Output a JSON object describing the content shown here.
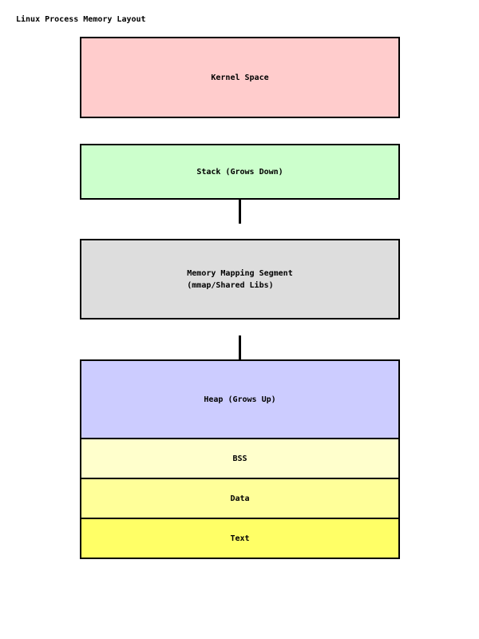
{
  "page": {
    "title": "Linux Process Memory Layout",
    "background_color": "#FFFFFF",
    "text_color": "#000000"
  },
  "diagram": {
    "border_color": "#000000",
    "connector_color": "#000000",
    "segments": {
      "kernel": {
        "label": "Kernel Space",
        "color": "#FFCCCC"
      },
      "stack": {
        "label": "Stack (Grows Down)",
        "color": "#CCFFCC"
      },
      "mmap": {
        "label_line1": "Memory Mapping Segment",
        "label_line2": "(mmap/Shared Libs)",
        "color": "#DDDDDD"
      },
      "heap": {
        "label": "Heap (Grows Up)",
        "color": "#CCCCFF"
      },
      "bss": {
        "label": "BSS",
        "color": "#FFFFCC"
      },
      "data": {
        "label": "Data",
        "color": "#FFFF99"
      },
      "text": {
        "label": "Text",
        "color": "#FFFF66"
      }
    }
  }
}
